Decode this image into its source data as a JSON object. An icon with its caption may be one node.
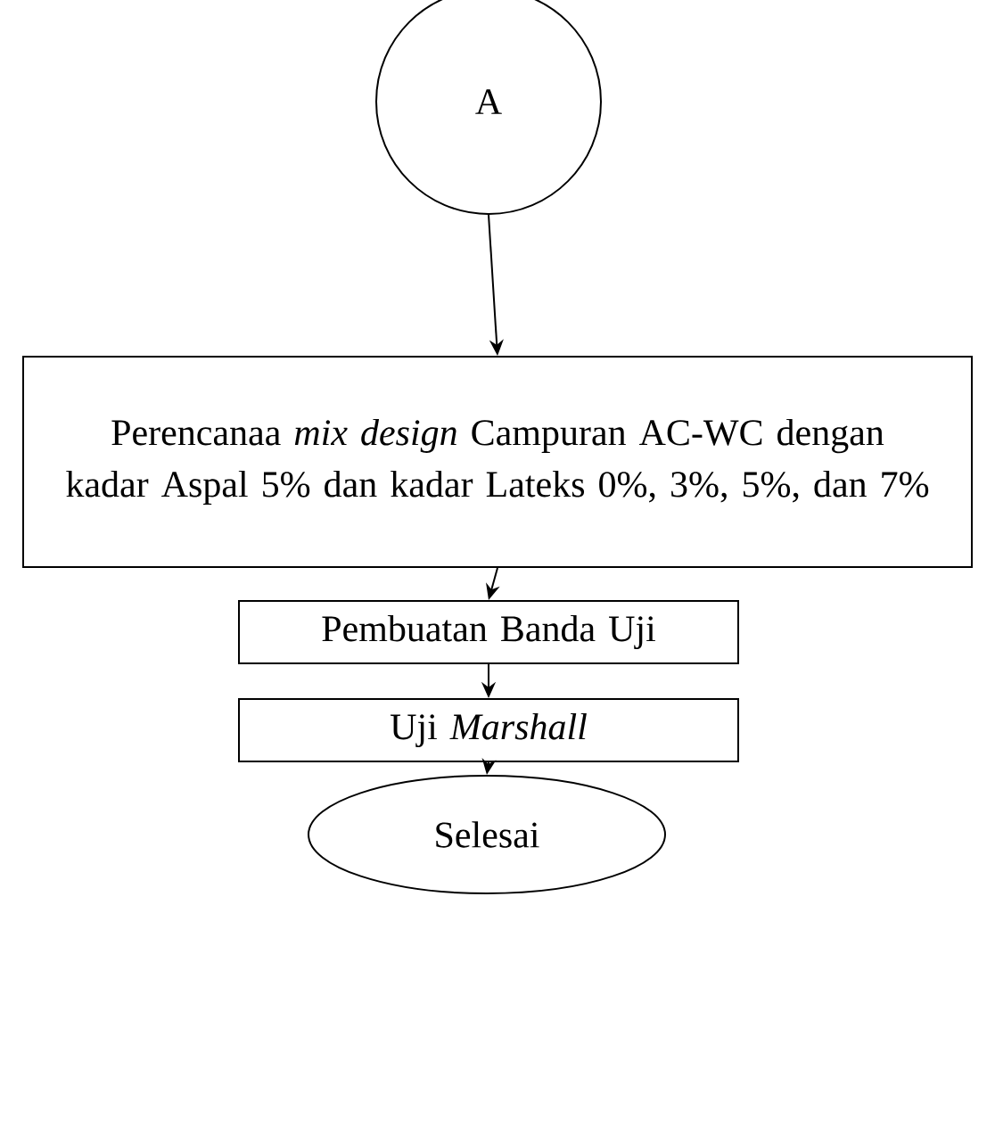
{
  "diagram": {
    "nodes": [
      {
        "text": [
          "A"
        ]
      },
      {
        "text": [
          "Perencanaa *mix design* Campuran AC-WC dengan kadar Aspal 5% dan kadar Lateks 0%, 3%, 5%, dan 7%"
        ]
      },
      {
        "text": [
          "Pembuatan Banda Uji"
        ]
      },
      {
        "text": [
          "Uji *Marshall*"
        ]
      },
      {
        "text": [
          "Selesai"
        ]
      }
    ],
    "edges": [
      {
        "from": 0,
        "to": 1,
        "arrow": "to"
      },
      {
        "from": 1,
        "to": 2,
        "arrow": "to"
      },
      {
        "from": 2,
        "to": 3,
        "arrow": "to"
      },
      {
        "from": 3,
        "to": 4,
        "arrow": "to"
      }
    ]
  }
}
